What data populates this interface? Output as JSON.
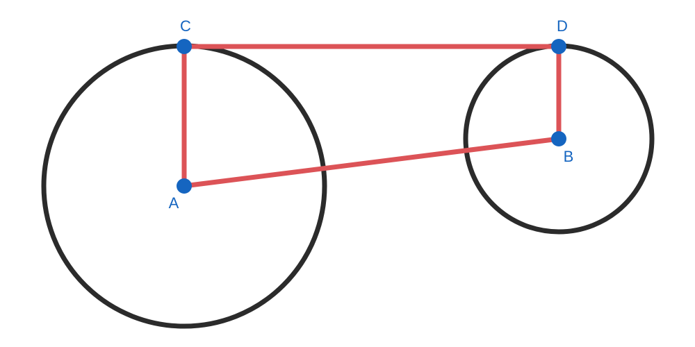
{
  "diagram": {
    "circles": [
      {
        "id": "circle-A",
        "center": "A"
      },
      {
        "id": "circle-B",
        "center": "B"
      }
    ],
    "segments": [
      {
        "from": "C",
        "to": "D"
      },
      {
        "from": "A",
        "to": "C"
      },
      {
        "from": "B",
        "to": "D"
      },
      {
        "from": "A",
        "to": "B"
      }
    ],
    "points": [
      {
        "id": "A",
        "label": "A"
      },
      {
        "id": "B",
        "label": "B"
      },
      {
        "id": "C",
        "label": "C"
      },
      {
        "id": "D",
        "label": "D"
      }
    ],
    "colors": {
      "circle_stroke": "#2b2b2b",
      "segment_stroke": "#dc5357",
      "point_fill": "#1565c0",
      "label_fill": "#1565c0"
    }
  }
}
